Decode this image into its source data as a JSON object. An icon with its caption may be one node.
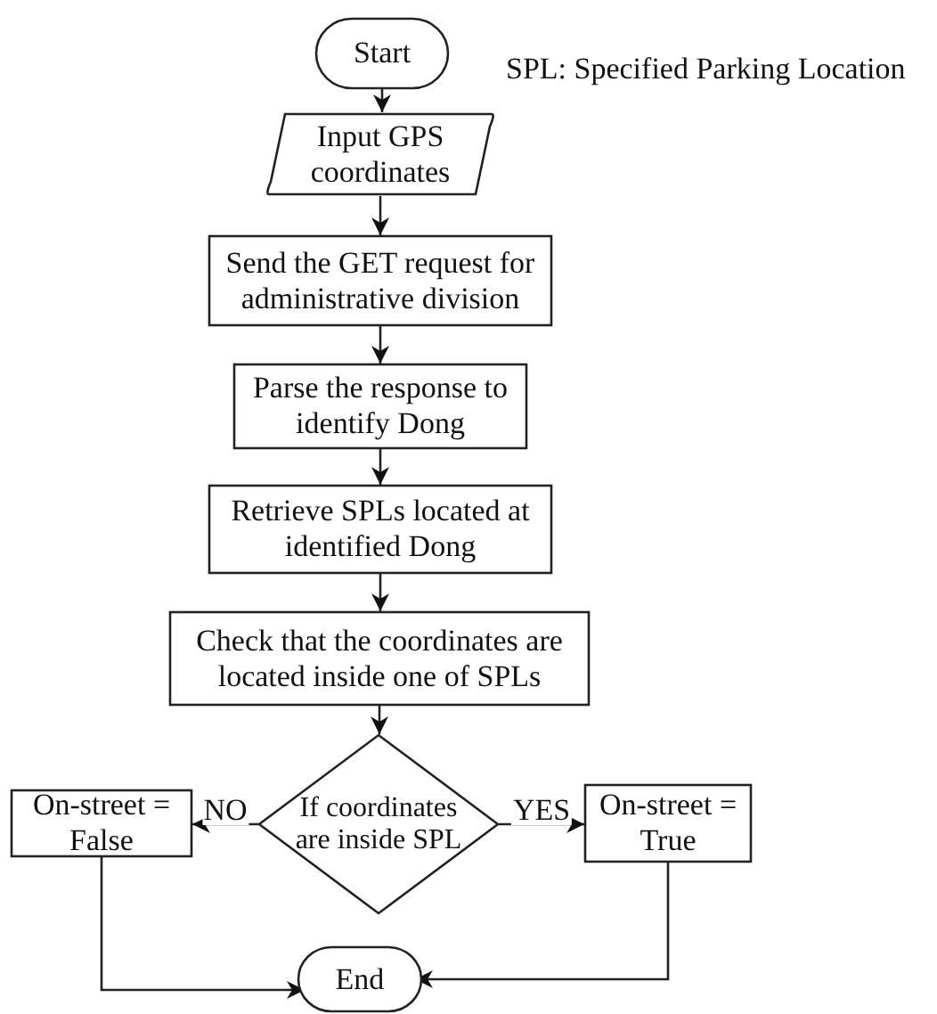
{
  "diagram": {
    "nodes": [
      {
        "text": [
          "Start"
        ]
      },
      {
        "text": [
          "Input GPS coordinates"
        ]
      },
      {
        "text": [
          "Send the GET request for administrative division"
        ]
      },
      {
        "text": [
          "Parse the response to identify Dong"
        ]
      },
      {
        "text": [
          "Retrieve SPLs located at identified Dong"
        ]
      },
      {
        "text": [
          "Check that the coordinates are located inside one of SPLs"
        ]
      },
      {
        "text": [
          "If coordinates are inside SPL"
        ]
      },
      {
        "text": [
          "On-street = False"
        ]
      },
      {
        "text": [
          "On-street = True"
        ]
      },
      {
        "text": [
          "End"
        ]
      }
    ],
    "edges": [
      {
        "from": 0,
        "to": 1,
        "arrow": "to"
      },
      {
        "from": 1,
        "to": 2,
        "arrow": "to"
      },
      {
        "from": 2,
        "to": 3,
        "arrow": "to"
      },
      {
        "from": 3,
        "to": 4,
        "arrow": "to"
      },
      {
        "from": 4,
        "to": 5,
        "arrow": "to"
      },
      {
        "from": 5,
        "to": 6,
        "arrow": "to"
      },
      {
        "from": 6,
        "to": 7,
        "label": "NO",
        "arrow": "to"
      },
      {
        "from": 6,
        "to": 8,
        "label": "YES",
        "arrow": "to"
      },
      {
        "from": 7,
        "to": 9,
        "arrow": "to"
      },
      {
        "from": 8,
        "to": 9,
        "arrow": "to"
      }
    ],
    "labels": [
      "SPL: Specified Parking Location"
    ]
  }
}
